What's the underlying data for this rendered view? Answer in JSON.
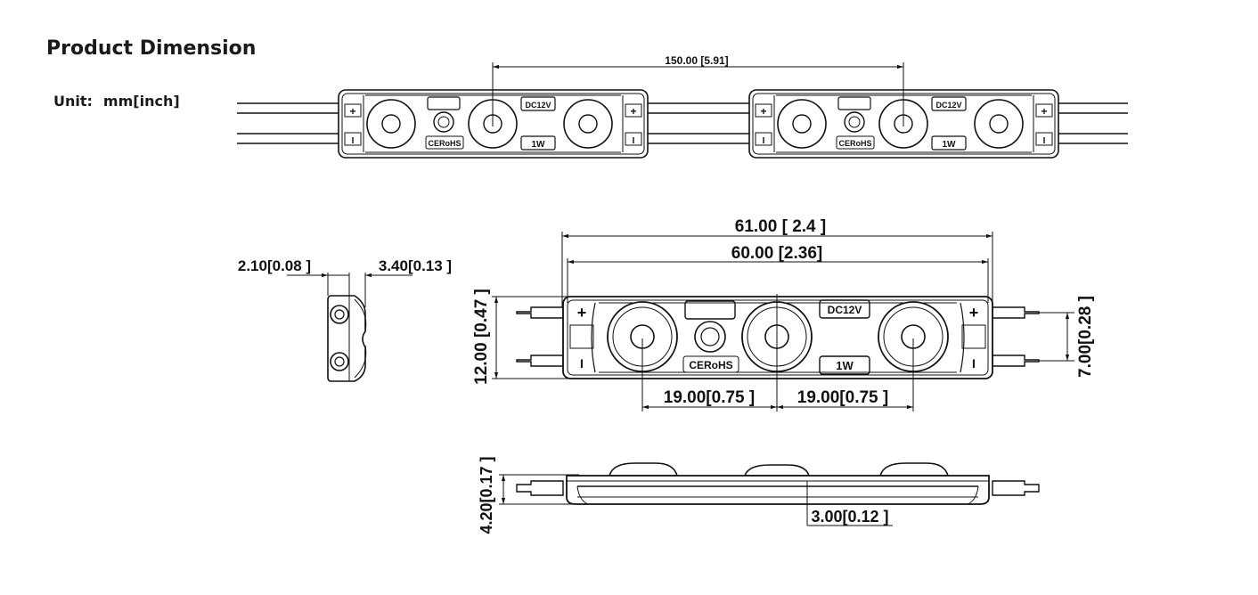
{
  "header": {
    "title": "Product Dimension",
    "unit_label": "Unit:",
    "unit_value": "mm[inch]"
  },
  "markings": {
    "voltage": "DC12V",
    "power": "1W",
    "cert": "CERoHS",
    "plus": "+",
    "minus": "I"
  },
  "dimensions": {
    "pitch": "150.00 [5.91]",
    "overall_length": "61.00 [ 2.4 ]",
    "body_length": "60.00  [2.36]",
    "side_left": "2.10[0.08 ]",
    "side_right": "3.40[0.13 ]",
    "height": "12.00 [0.47 ]",
    "wire_pitch": "7.00[0.28 ]",
    "lens_pitch_left": "19.00[0.75 ]",
    "lens_pitch_right": "19.00[0.75 ]",
    "profile_height": "4.20[0.17 ]",
    "base_height": "3.00[0.12 ]"
  },
  "colors": {
    "line": "#111111",
    "fill": "#ffffff"
  }
}
